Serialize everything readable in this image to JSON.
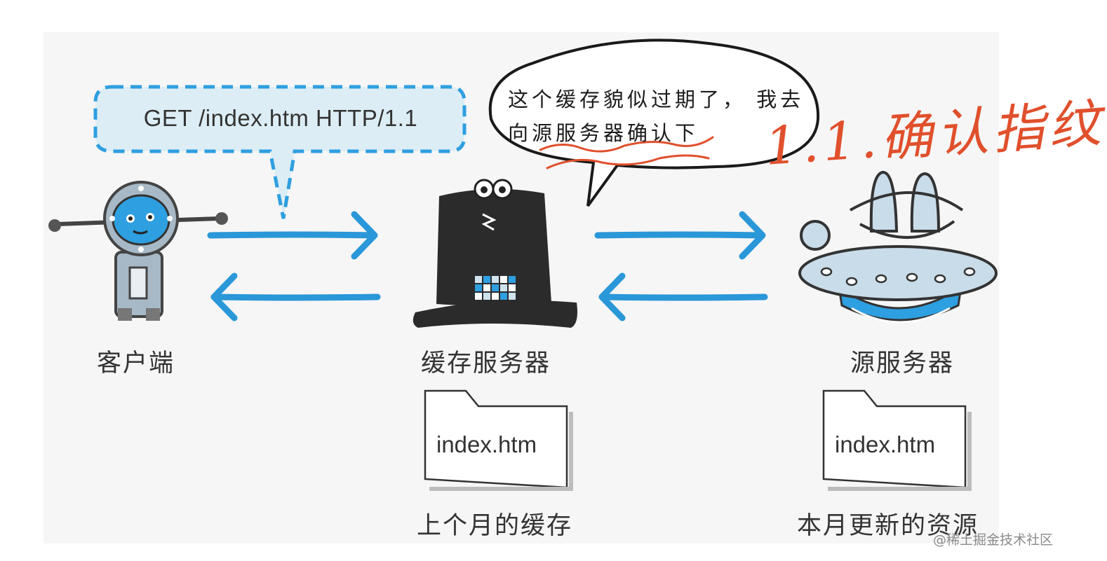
{
  "request": {
    "text": "GET /index.htm HTTP/1.1"
  },
  "thought_bubble": {
    "text": "这个缓存貌似过期了， 我去向源服务器确认下"
  },
  "handwriting": {
    "text": "1.1.确认指纹",
    "color": "#e0502c"
  },
  "nodes": {
    "client": {
      "label": "客户端"
    },
    "cache_server": {
      "label": "缓存服务器"
    },
    "origin_server": {
      "label": "源服务器"
    }
  },
  "files": {
    "cache_file": {
      "name": "index.htm",
      "caption": "上个月的缓存"
    },
    "origin_file": {
      "name": "index.htm",
      "caption": "本月更新的资源"
    }
  },
  "watermark": {
    "text": "@稀土掘金技术社区"
  },
  "colors": {
    "arrow": "#2a97d8",
    "robot_blue": "#2e9fe0",
    "hat": "#2b2b2b",
    "annotation": "#e0502c",
    "bubble_fill": "#dcedf5",
    "bubble_stroke": "#2e9fe0"
  }
}
